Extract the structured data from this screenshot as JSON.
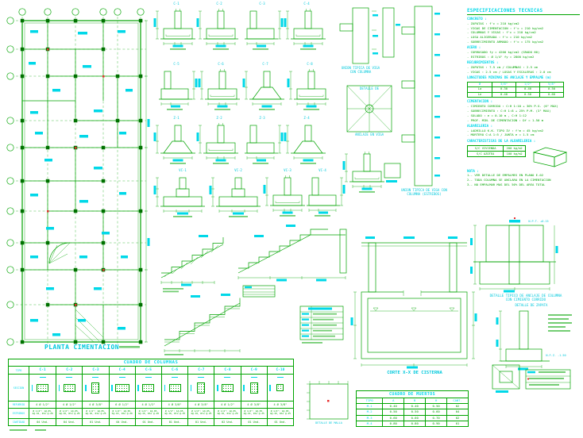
{
  "plan": {
    "title": "PLANTA CIMENTACION"
  },
  "detail_labels": {
    "row1": [
      "C-1",
      "C-2",
      "C-3",
      "C-4"
    ],
    "row2": [
      "C-5",
      "C-6",
      "C-7",
      "C-8"
    ],
    "row3": [
      "Z-1",
      "Z-2",
      "Z-3",
      "Z-4"
    ],
    "row4": [
      "VC-1",
      "VC-2",
      "VC-3",
      "VC-4"
    ]
  },
  "unions": {
    "a1": "UNION TIPICA DE VIGA",
    "a2": "CON COLUMNA",
    "b1": "UNION TIPICA DE VIGA CON",
    "b2": "COLUMNA (ESTRIBOS)"
  },
  "detail_box": {
    "l1": "DETALLE DE",
    "l2": "ANCLAJE EN VIGA"
  },
  "cistern": {
    "title": "CORTE X-X DE CISTERNA"
  },
  "brick_detail": {
    "l1": "DETALLE TIPICO DE ANCLAJE DE COLUMNA",
    "l2": "CON CIMIENTO CORRIDO"
  },
  "zapata_detail": {
    "title": "DETALLE DE ZAPATA"
  },
  "mesh_detail": {
    "title": "DETALLE DE MALLA"
  },
  "levels": {
    "npt": "N.P.T. +0.15",
    "nfz": "N.F.Z. -1.50"
  },
  "specs": {
    "title": "ESPECIFICACIONES TECNICAS",
    "lines": [
      {
        "h": 1,
        "t": "CONCRETO :"
      },
      {
        "t": "- ZAPATAS : f'c = 210 kg/cm2"
      },
      {
        "t": "- VIGAS DE CIMENTACION : f'c = 210 kg/cm2"
      },
      {
        "t": "- COLUMNAS Y VIGAS : f'c = 210 kg/cm2"
      },
      {
        "t": "- LOSA ALIGERADA : f'c = 210 kg/cm2"
      },
      {
        "t": "- SOBRECIMIENTO ARMADO : f'c = 175 kg/cm2"
      },
      {
        "h": 1,
        "t": "ACERO :"
      },
      {
        "t": "- CORRUGADO fy = 4200 kg/cm2 (GRADO 60)"
      },
      {
        "t": "- ESTRIBOS : Ø 1/4\" fy = 2800 kg/cm2"
      },
      {
        "h": 1,
        "t": "RECUBRIMIENTOS :"
      },
      {
        "t": "- ZAPATAS : 7.5 cm / COLUMNAS : 2.5 cm"
      },
      {
        "t": "- VIGAS : 2.5 cm / LOSAS Y ESCALERAS : 2.0 cm"
      },
      {
        "h": 1,
        "t": "LONGITUDES MINIMAS DE ANCLAJE Y EMPALME (m)"
      }
    ],
    "anchor_table": {
      "headers": [
        "Ø",
        "3/8\"",
        "1/2\"",
        "5/8\""
      ],
      "rows": [
        [
          "La",
          "0.30",
          "0.40",
          "0.50"
        ],
        [
          "Le",
          "0.40",
          "0.50",
          "0.60"
        ]
      ]
    },
    "lines2": [
      {
        "h": 1,
        "t": "CIMENTACION :"
      },
      {
        "t": "- CIMIENTO CORRIDO : C:H 1:10 + 30% P.G. (6\" MAX)"
      },
      {
        "t": "- SOBRECIMIENTO : C:H 1:8 + 25% P.M. (3\" MAX)"
      },
      {
        "t": "- SOLADO : e = 0.10 m , C:H 1:12"
      },
      {
        "t": "- PROF. MIN. DE CIMENTACION : Df = 1.50 m"
      },
      {
        "h": 1,
        "t": "ALBAÑILERIA :"
      },
      {
        "t": "- LADRILLO K.K. TIPO IV : f'm = 45 kg/cm2"
      },
      {
        "t": "- MORTERO C:A 1:5 / JUNTA e = 1.5 cm"
      },
      {
        "h": 1,
        "t": "CARACTERISTICAS DE LA ALBAÑILERIA :"
      }
    ],
    "sc_table": {
      "rows": [
        [
          "S/C VIVIENDA",
          "200 kg/m2"
        ],
        [
          "S/C AZOTEA",
          "100 kg/m2"
        ]
      ]
    },
    "lines3": [
      {
        "h": 1,
        "t": "NOTA :"
      },
      {
        "t": "1.- VER DETALLE DE EMPALMES EN PLANO E-02"
      },
      {
        "t": "2.- TODA COLUMNA SE ANCLARA EN LA CIMENTACION"
      },
      {
        "t": "3.- NO EMPALMAR MAS DEL 50% DEL AREA TOTAL"
      }
    ]
  },
  "columns_table": {
    "title": "CUADRO DE COLUMNAS",
    "row_labels": [
      "TIPO",
      "SECCION",
      "REFUERZO",
      "ESTRIBOS",
      "CANTIDAD"
    ],
    "headers": [
      "C-1",
      "C-2",
      "C-3",
      "C-4",
      "C-5",
      "C-6",
      "C-7",
      "C-8",
      "C-9",
      "C-10"
    ],
    "rebar": [
      "4 Ø 1/2\"",
      "4 Ø 1/2\"",
      "4 Ø 3/8\"",
      "6 Ø 1/2\"",
      "4 Ø 1/2\"",
      "4 Ø 3/8\"",
      "4 Ø 3/8\"",
      "4 Ø 1/2\"",
      "4 Ø 3/8\"",
      "4 Ø 3/8\""
    ],
    "stirrups": [
      "Ø 1/4\": 1@.05, 4@.10, Rto @.20",
      "Ø 1/4\": 1@.05, 4@.10, Rto @.20",
      "Ø 1/4\": 1@.05, 4@.10, Rto @.25",
      "Ø 1/4\": 1@.05, 5@.10, Rto @.20",
      "Ø 1/4\": 1@.05, 4@.10, Rto @.20",
      "Ø 1/4\": 1@.05, 4@.10, Rto @.25",
      "Ø 1/4\": 1@.05, 4@.10, Rto @.25",
      "Ø 1/4\": 1@.05, 4@.10, Rto @.20",
      "Ø 1/4\": 1@.05, 4@.10, Rto @.25",
      "Ø 1/4\": 1@.05, 4@.10, Rto @.25"
    ],
    "qty": [
      "04 Und.",
      "04 Und.",
      "01 Und.",
      "04 Und.",
      "01 Und.",
      "01 Und.",
      "01 Und.",
      "02 Und.",
      "01 Und.",
      "01 Und."
    ]
  },
  "muertos_table": {
    "title": "CUADRO DE MUERTOS",
    "headers": [
      "TIPO",
      "A",
      "B",
      "H",
      "CANT."
    ],
    "rows": [
      [
        "M-1",
        "0.40",
        "0.40",
        "0.50",
        "02"
      ],
      [
        "M-2",
        "0.50",
        "0.50",
        "0.60",
        "04"
      ],
      [
        "M-3",
        "0.60",
        "0.60",
        "0.70",
        "02"
      ],
      [
        "M-4",
        "0.80",
        "0.80",
        "0.90",
        "01"
      ]
    ]
  }
}
